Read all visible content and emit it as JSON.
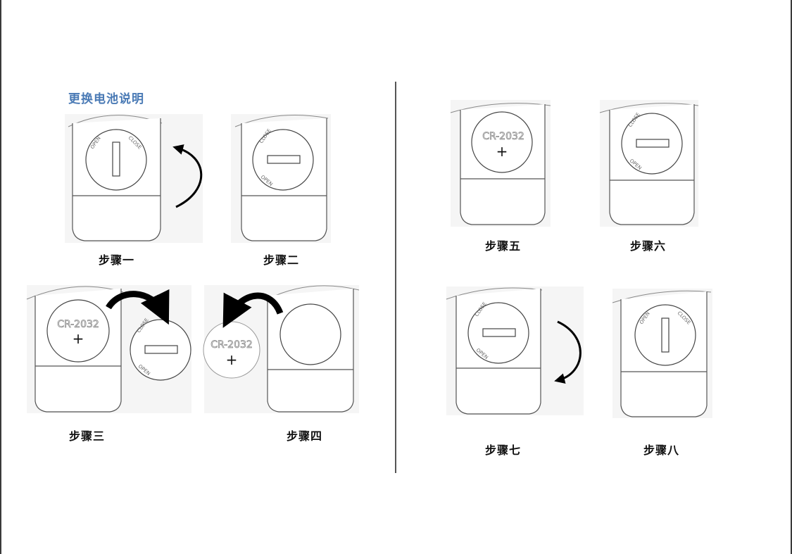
{
  "page": {
    "title": "更换电池说明",
    "title_color": "#4a7ab5",
    "divider_color": "#555555"
  },
  "steps": [
    {
      "caption": "步骤一"
    },
    {
      "caption": "步骤二"
    },
    {
      "caption": "步骤三"
    },
    {
      "caption": "步骤四"
    },
    {
      "caption": "步骤五"
    },
    {
      "caption": "步骤六"
    },
    {
      "caption": "步骤七"
    },
    {
      "caption": "步骤八"
    }
  ],
  "labels": {
    "open": "OPEN",
    "close": "CLOSE",
    "battery_model": "CR-2032",
    "battery_plus": "+"
  }
}
